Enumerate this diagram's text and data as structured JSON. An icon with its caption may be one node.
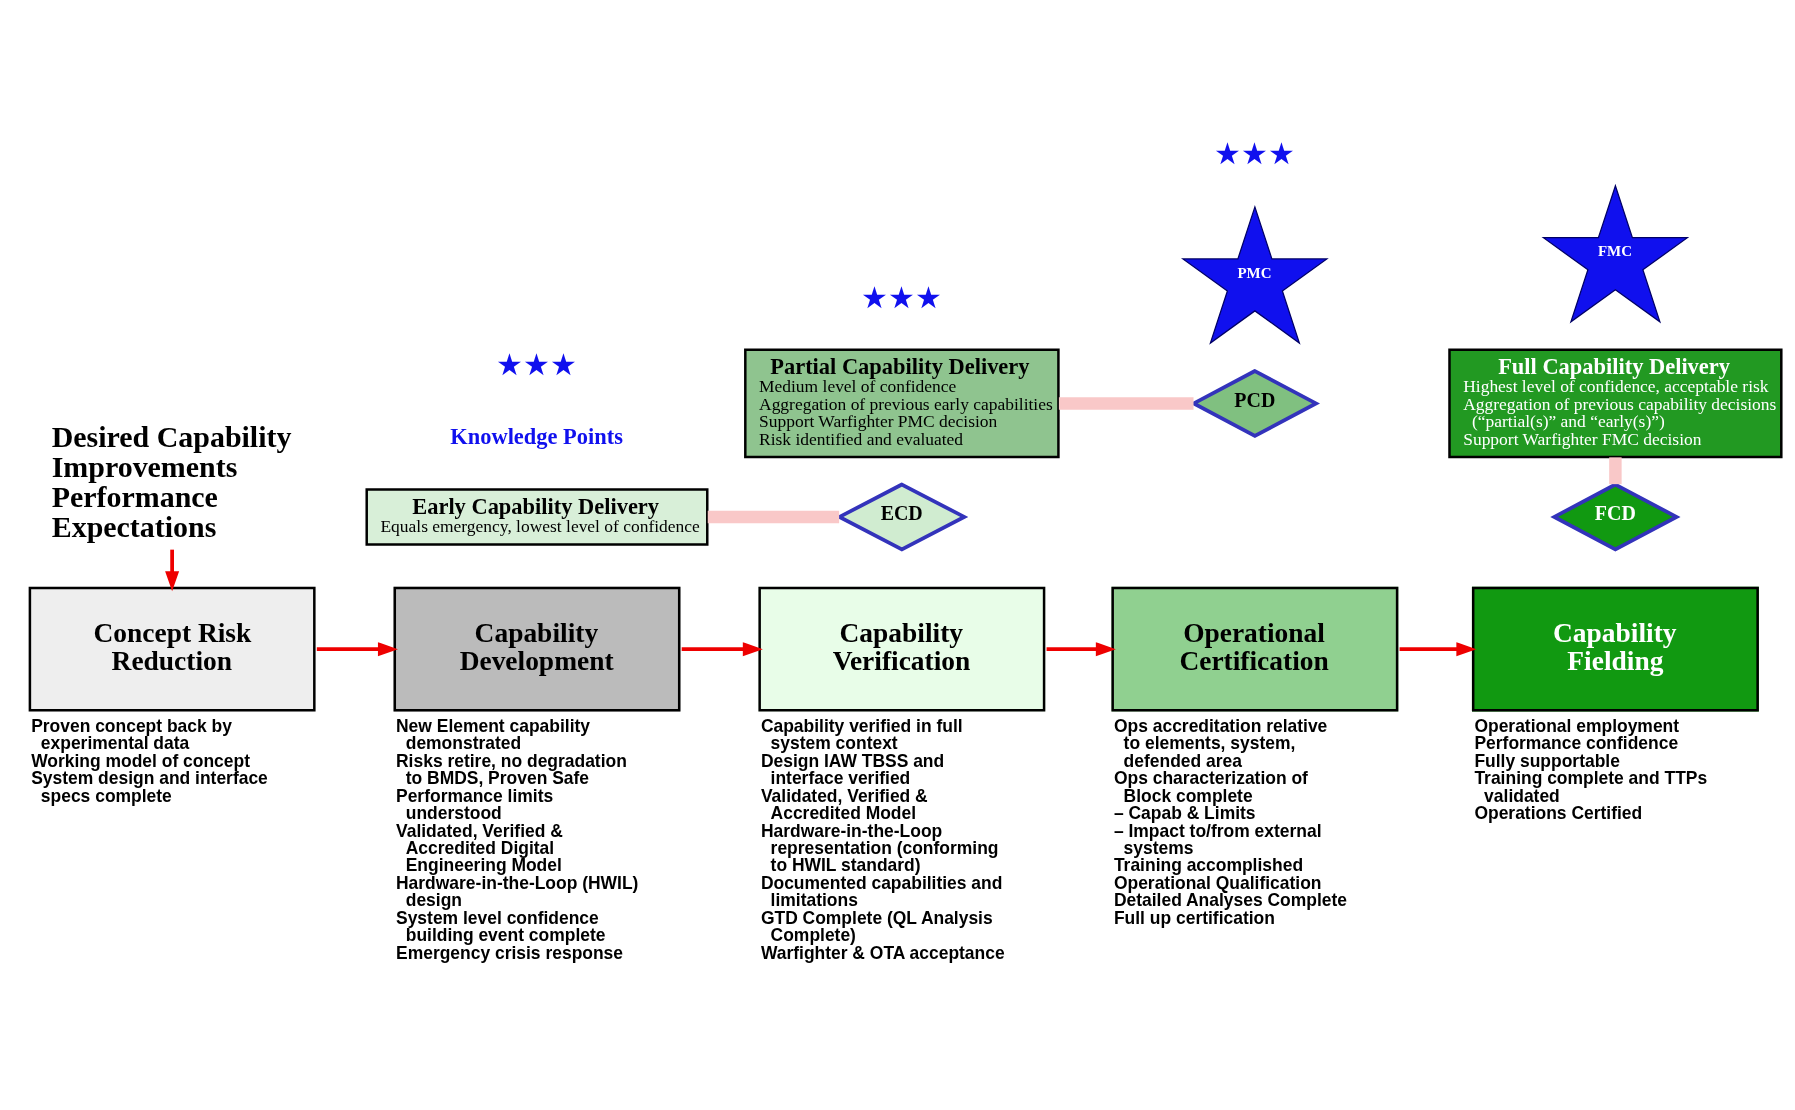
{
  "diagram": {
    "nodes": [
      {
        "text": [
          "Desired Capability Improvements",
          "Performance Expectations"
        ]
      },
      {
        "text": [
          "Concept Risk Reduction"
        ],
        "beside": [
          "Proven concept back by experimental data",
          "Working model of concept",
          "System design and interface specs complete"
        ]
      },
      {
        "text": [
          "Capability Development"
        ],
        "beside": [
          "New Element capability demonstrated",
          "Risks retire, no degradation to BMDS, Proven Safe",
          "Performance limits understood",
          "Validated, Verified & Accredited Digital Engineering Model",
          "Hardware-in-the-Loop (HWIL) design",
          "System level confidence building event complete",
          "Emergency crisis response"
        ]
      },
      {
        "text": [
          "Capability Verification"
        ],
        "beside": [
          "Capability verified in full system context",
          "Design IAW TBSS and interface verified",
          "Validated, Verified & Accredited Model",
          "Hardware-in-the-Loop representation (conforming to HWIL standard)",
          "Documented capabilities and limitations",
          "GTD Complete (QL Analysis Complete)",
          "Warfighter & OTA acceptance"
        ]
      },
      {
        "text": [
          "Operational Certification"
        ],
        "beside": [
          "Ops accreditation relative to elements, system, defended area",
          "Ops characterization of Block complete",
          "– Capab & Limits",
          "– Impact to/from external systems",
          "Training accomplished",
          "Operational Qualification",
          "Detailed Analyses Complete",
          "Full up certification"
        ]
      },
      {
        "text": [
          "Capability Fielding"
        ],
        "beside": [
          "Operational employment",
          "Performance confidence",
          "Fully supportable",
          "Training complete and TTPs validated",
          "Operations Certified"
        ]
      },
      {
        "text": [
          "Early Capability Delivery",
          "Equals emergency, lowest level of confidence"
        ]
      },
      {
        "text": [
          "Partial Capability Delivery",
          "Medium level of confidence",
          "Aggregation of previous early capabilities",
          "Support Warfighter PMC decision",
          "Risk identified and evaluated"
        ]
      },
      {
        "text": [
          "Full Capability Delivery",
          "Highest level of confidence, acceptable risk",
          "Aggregation of previous capability decisions (“partial(s)” and “early(s)”)",
          "Support Warfighter FMC decision"
        ]
      },
      {
        "text": [
          "ECD"
        ]
      },
      {
        "text": [
          "PCD"
        ]
      },
      {
        "text": [
          "PMC"
        ]
      },
      {
        "text": [
          "FCD"
        ]
      },
      {
        "text": [
          "FMC"
        ]
      }
    ],
    "edges": [
      {
        "from": 0,
        "to": 1,
        "arrow": "to"
      },
      {
        "from": 1,
        "to": 2,
        "arrow": "to"
      },
      {
        "from": 2,
        "to": 3,
        "arrow": "to"
      },
      {
        "from": 3,
        "to": 4,
        "arrow": "to"
      },
      {
        "from": 4,
        "to": 5,
        "arrow": "to"
      },
      {
        "from": 6,
        "to": 9,
        "arrow": "none",
        "style": "thick",
        "color": "#f9c8c8"
      },
      {
        "from": 7,
        "to": 10,
        "arrow": "none",
        "style": "thick",
        "color": "#f9c8c8"
      },
      {
        "from": 8,
        "to": 12,
        "arrow": "none",
        "style": "thick",
        "color": "#f9c8c8"
      }
    ],
    "labels": [
      "Knowledge Points",
      "★★★",
      "★★★",
      "★★★"
    ]
  }
}
